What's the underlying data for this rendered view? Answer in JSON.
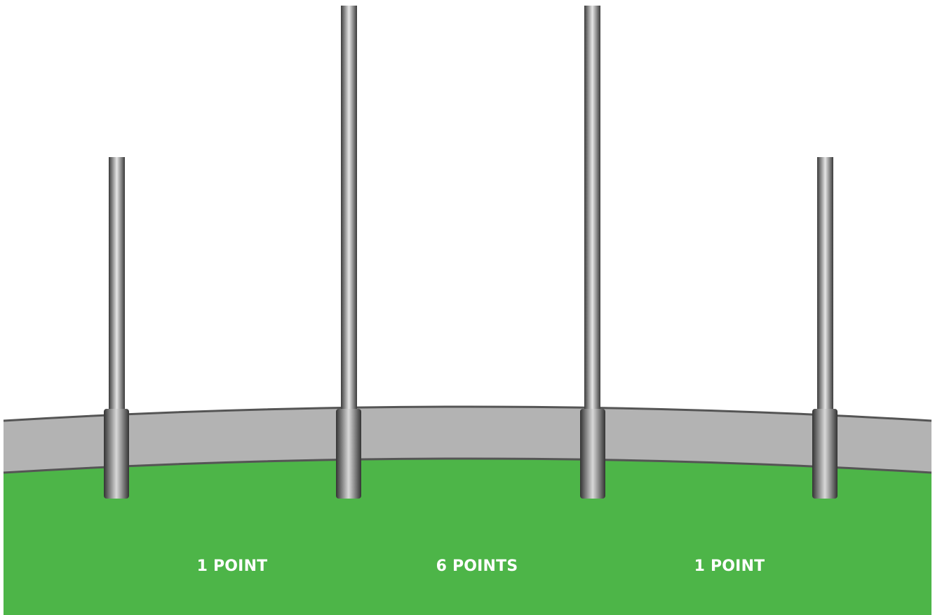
{
  "colors": {
    "field": "#4db548",
    "boundary": "#b3b3b3",
    "boundary_edge": "#555555",
    "post_dark": "#3a3a3a",
    "post_light": "#e6e6e6",
    "label": "#ffffff"
  },
  "posts": [
    {
      "name": "behind-post-left",
      "type": "behind"
    },
    {
      "name": "goal-post-left",
      "type": "goal"
    },
    {
      "name": "goal-post-right",
      "type": "goal"
    },
    {
      "name": "behind-post-right",
      "type": "behind"
    }
  ],
  "zones": [
    {
      "name": "zone-left-behind",
      "label": "1 POINT"
    },
    {
      "name": "zone-goal",
      "label": "6 POINTS"
    },
    {
      "name": "zone-right-behind",
      "label": "1 POINT"
    }
  ]
}
